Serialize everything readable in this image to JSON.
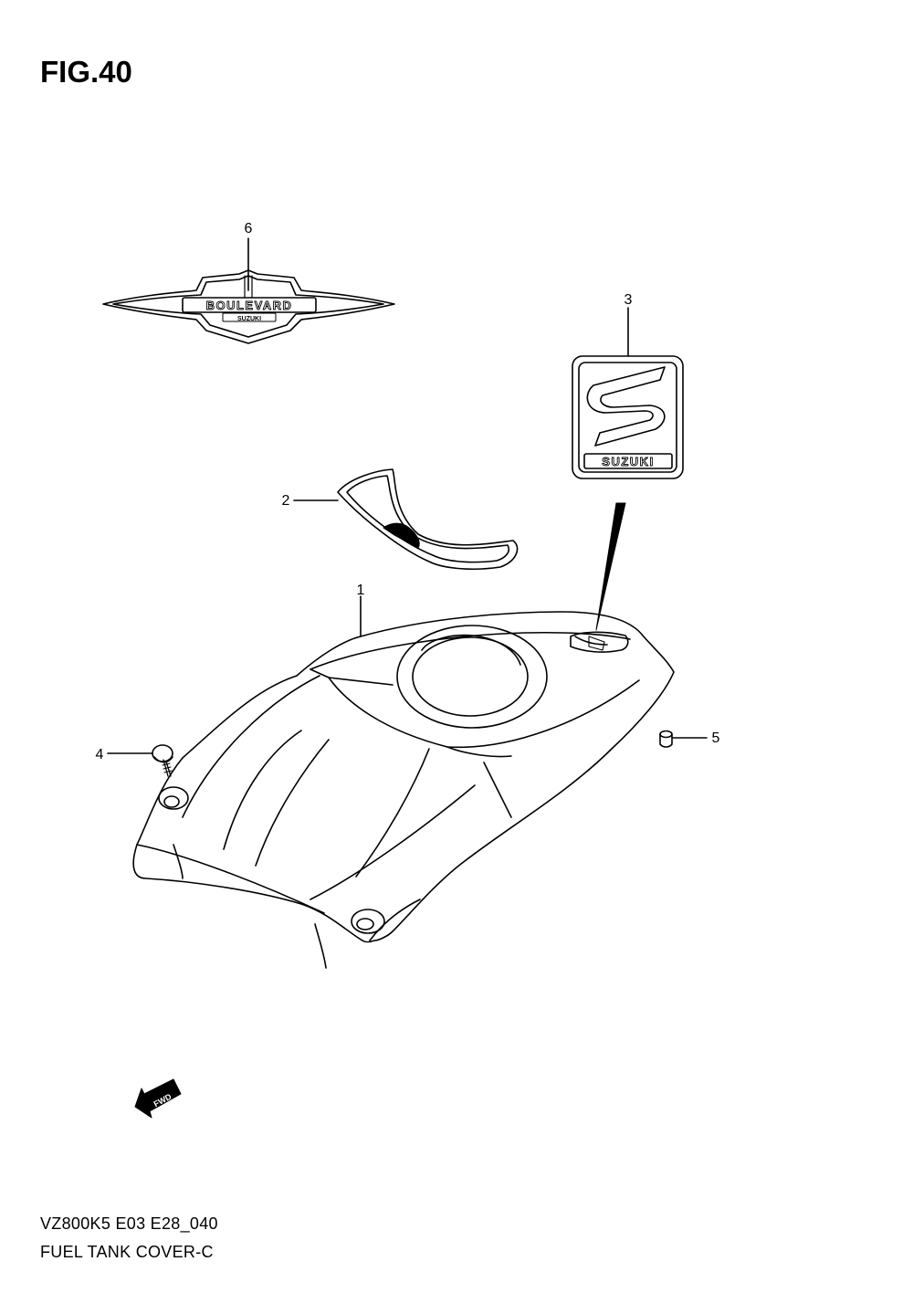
{
  "figure": {
    "title": "FIG.40"
  },
  "footer": {
    "model_code": "VZ800K5 E03 E28_040",
    "caption": "FUEL TANK COVER-C"
  },
  "callouts": [
    {
      "id": "1",
      "label": "1"
    },
    {
      "id": "2",
      "label": "2"
    },
    {
      "id": "3",
      "label": "3"
    },
    {
      "id": "4",
      "label": "4"
    },
    {
      "id": "5",
      "label": "5"
    },
    {
      "id": "6",
      "label": "6"
    }
  ],
  "emblems": {
    "boulevard_text": "BOULEVARD",
    "boulevard_subtext": "SUZUKI",
    "suzuki_badge_text": "SUZUKI",
    "fwd_text": "FWD"
  }
}
